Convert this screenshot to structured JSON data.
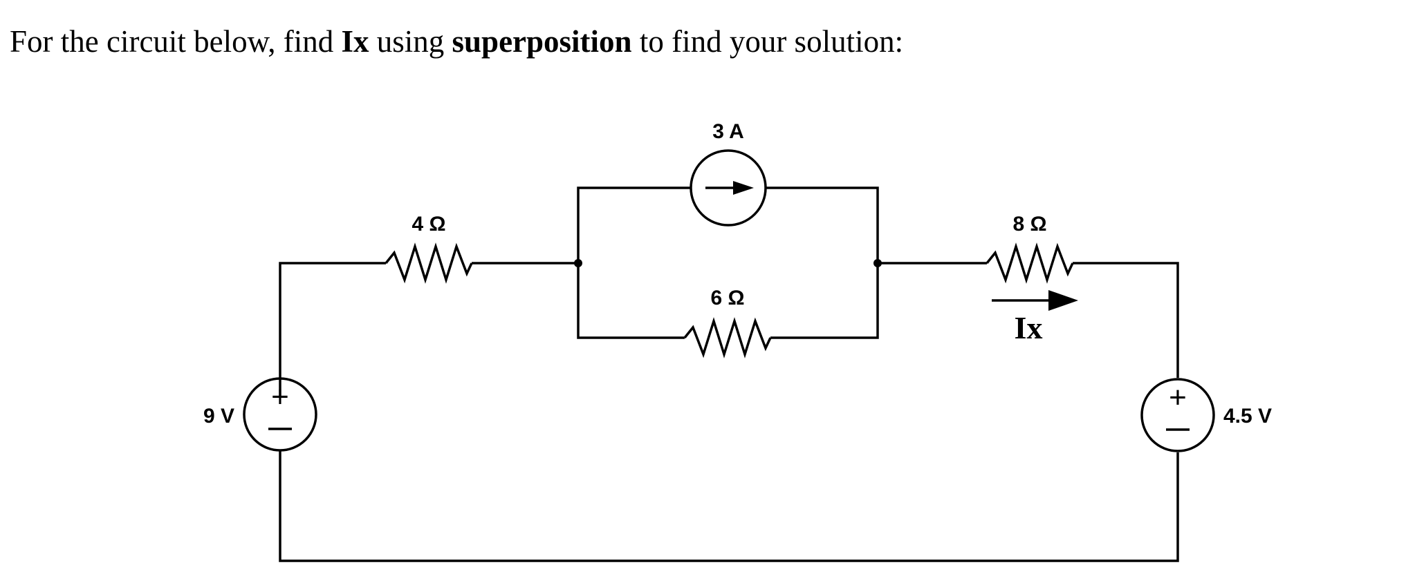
{
  "problem": {
    "text_1": "For the circuit below, find ",
    "ix_bold": "Ix",
    "text_2": " using ",
    "method_bold": "superposition",
    "text_3": " to find your solution:"
  },
  "components": {
    "source_left": {
      "type": "voltage-source",
      "label": "9 V",
      "plus": "+",
      "minus": "−"
    },
    "source_right": {
      "type": "voltage-source",
      "label": "4.5 V",
      "plus": "+",
      "minus": "−"
    },
    "resistor_4": {
      "type": "resistor",
      "label": "4 Ω"
    },
    "resistor_6": {
      "type": "resistor",
      "label": "6 Ω"
    },
    "resistor_8": {
      "type": "resistor",
      "label": "8 Ω"
    },
    "current_source": {
      "type": "current-source",
      "label": "3 A",
      "direction": "right"
    },
    "current_ix": {
      "label": "Ix",
      "direction": "right"
    }
  }
}
